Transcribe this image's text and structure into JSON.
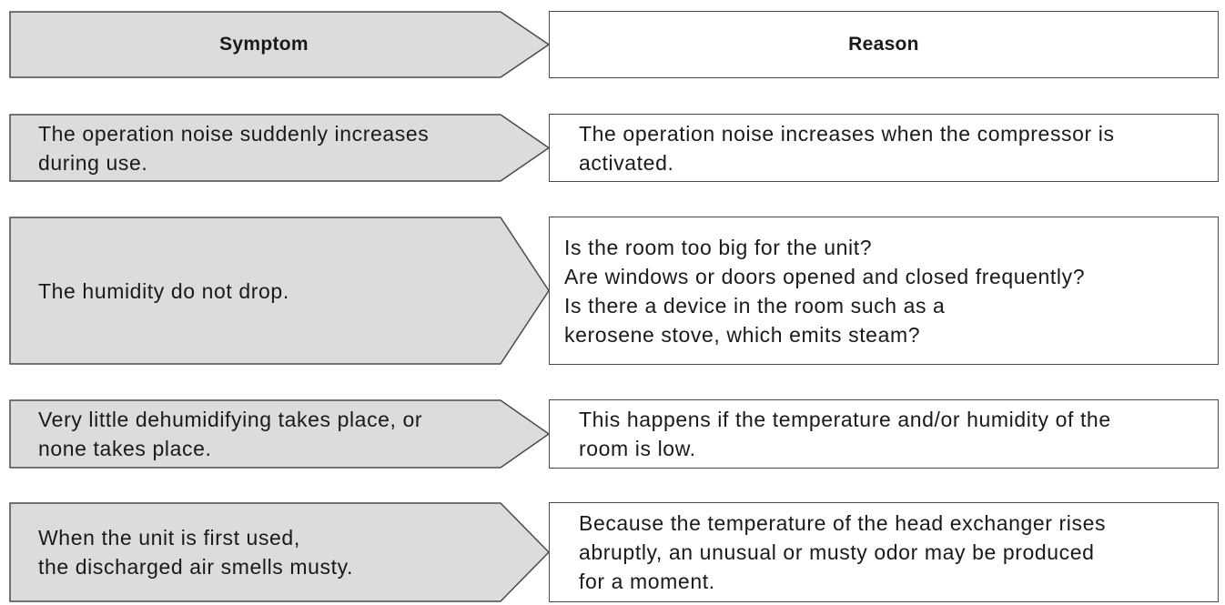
{
  "header": {
    "symptom": "Symptom",
    "reason": "Reason"
  },
  "rows": [
    {
      "symptom": [
        "The operation noise suddenly increases",
        "during use."
      ],
      "reason": [
        "The operation noise increases when the compressor is",
        "activated."
      ]
    },
    {
      "symptom": [
        "The humidity do not drop."
      ],
      "reason": [
        "Is the room too big for the unit?",
        "Are windows or doors opened and closed frequently?",
        "Is there a device in the room such as a",
        "kerosene stove, which emits steam?"
      ]
    },
    {
      "symptom": [
        "Very little dehumidifying takes place, or",
        "none takes place."
      ],
      "reason": [
        "This happens if the temperature and/or humidity of the",
        "room is low."
      ]
    },
    {
      "symptom": [
        "When the unit is first used,",
        "the discharged air smells musty."
      ],
      "reason": [
        "Because the temperature of the head exchanger rises",
        "abruptly, an unusual or musty odor may be produced",
        "for a moment."
      ]
    }
  ],
  "colors": {
    "symptom_fill": "#dcdcdc",
    "border": "#4a4a4a"
  }
}
